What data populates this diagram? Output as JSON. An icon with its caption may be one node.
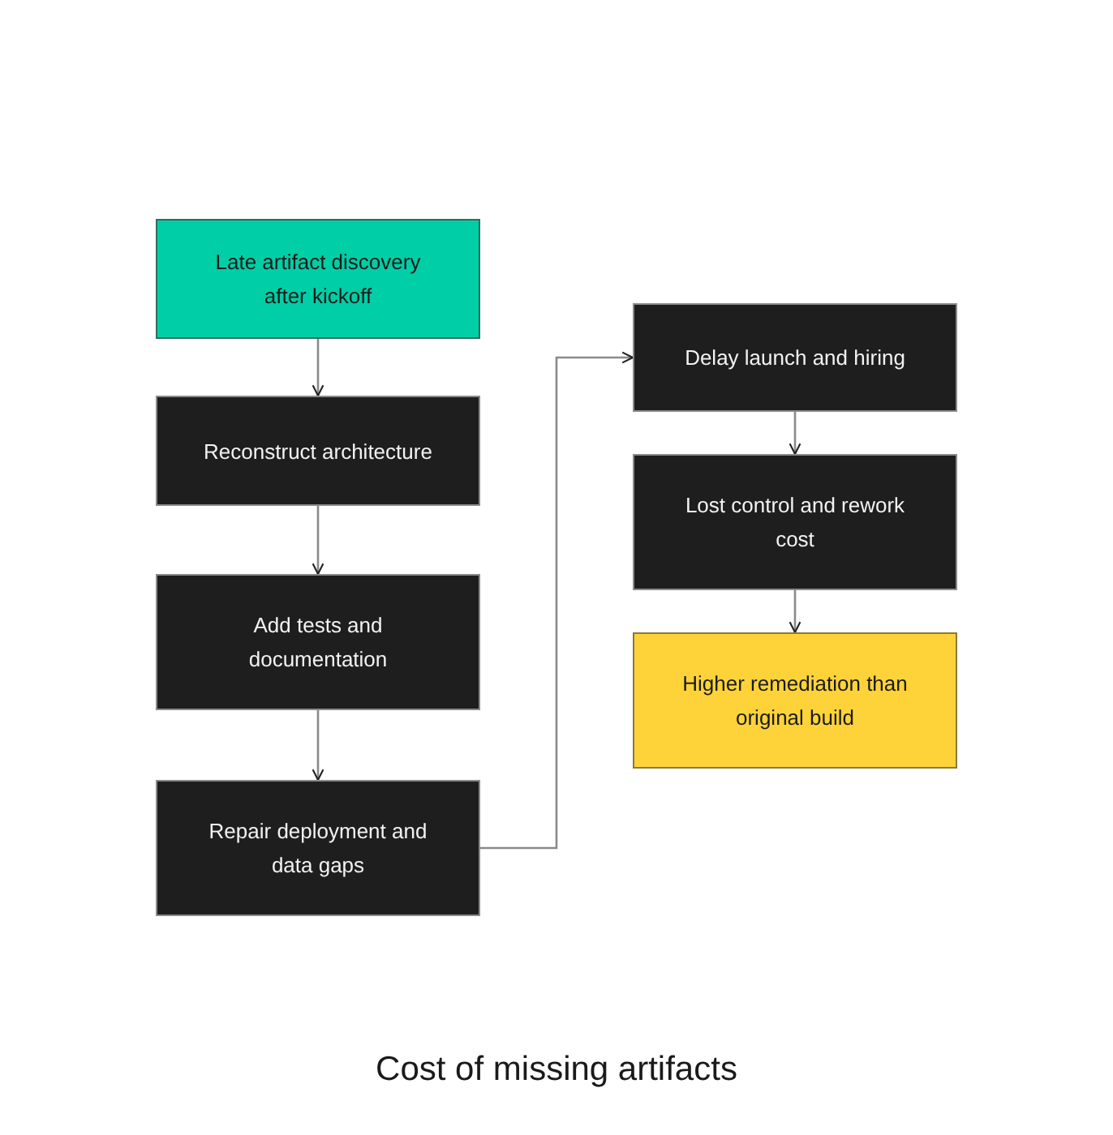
{
  "diagram": {
    "caption": "Cost of missing artifacts",
    "nodes": [
      {
        "text": [
          "Late artifact discovery after kickoff"
        ]
      },
      {
        "text": [
          "Reconstruct architecture"
        ]
      },
      {
        "text": [
          "Add tests and documentation"
        ]
      },
      {
        "text": [
          "Repair deployment and data gaps"
        ]
      },
      {
        "text": [
          "Delay launch and hiring"
        ]
      },
      {
        "text": [
          "Lost control and rework cost"
        ]
      },
      {
        "text": [
          "Higher remediation than original build"
        ]
      }
    ],
    "edges": [
      {
        "from": 0,
        "to": 1,
        "arrow": "to"
      },
      {
        "from": 1,
        "to": 2,
        "arrow": "to"
      },
      {
        "from": 2,
        "to": 3,
        "arrow": "to"
      },
      {
        "from": 3,
        "to": 4,
        "arrow": "to"
      },
      {
        "from": 4,
        "to": 5,
        "arrow": "to"
      },
      {
        "from": 5,
        "to": 6,
        "arrow": "to"
      }
    ]
  }
}
